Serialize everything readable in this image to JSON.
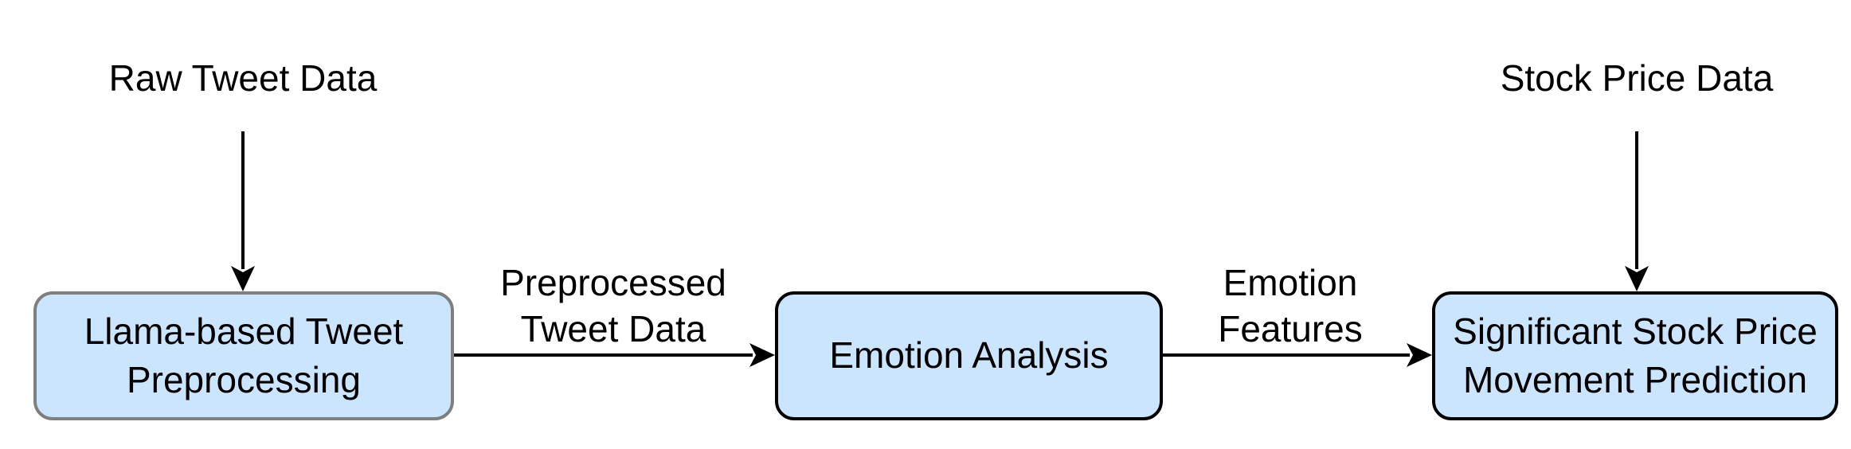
{
  "colors": {
    "box_fill": "#cce5ff",
    "box_border_dark": "#000000",
    "box_border_grey": "#7f7f7f",
    "arrow": "#000000"
  },
  "inputs": {
    "raw_tweet": "Raw Tweet Data",
    "stock_price": "Stock Price Data"
  },
  "nodes": {
    "preprocessing": "Llama-based Tweet\nPreprocessing",
    "emotion_analysis": "Emotion Analysis",
    "prediction": "Significant Stock Price\nMovement Prediction"
  },
  "edges": {
    "preprocessed": "Preprocessed\nTweet Data",
    "emotion_features": "Emotion\nFeatures"
  }
}
